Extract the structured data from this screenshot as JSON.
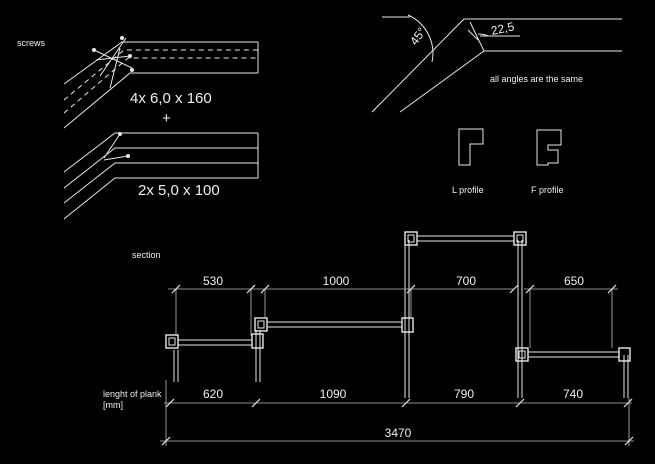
{
  "labels": {
    "screws": "screws",
    "screw_long": "4x 6,0 x 160",
    "plus": "+",
    "screw_short": "2x 5,0 x 100",
    "angle_main": "45°",
    "angle_half": "22,5",
    "angles_note": "all angles are the same",
    "l_profile": "L profile",
    "f_profile": "F profile",
    "section": "section",
    "plank_length_1": "lenght of plank",
    "plank_length_2": "[mm]"
  },
  "top_dimensions": [
    "530",
    "1000",
    "700",
    "650"
  ],
  "plank_dimensions": [
    "620",
    "1090",
    "790",
    "740"
  ],
  "total_dimension": "3470"
}
